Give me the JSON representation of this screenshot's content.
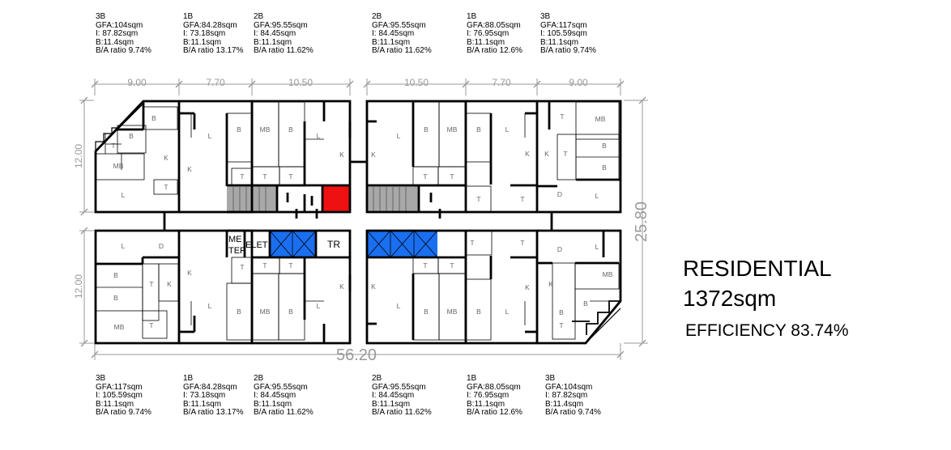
{
  "units_top": [
    {
      "type": "3B",
      "gfa": "GFA:104sqm",
      "i": "I: 87.82sqm",
      "b": "B:11.4sqm",
      "ratio": "B/A ratio 9.74%"
    },
    {
      "type": "1B",
      "gfa": "GFA:84.28sqm",
      "i": "I: 73.18sqm",
      "b": "B:11.1sqm",
      "ratio": "B/A ratio 13.17%"
    },
    {
      "type": "2B",
      "gfa": "GFA:95.55sqm",
      "i": "I: 84.45sqm",
      "b": "B:11.1sqm",
      "ratio": "B/A ratio 11.62%"
    },
    {
      "type": "2B",
      "gfa": "GFA:95.55sqm",
      "i": "I: 84.45sqm",
      "b": "B:11.1sqm",
      "ratio": "B/A ratio 11.62%"
    },
    {
      "type": "1B",
      "gfa": "GFA:88.05sqm",
      "i": "I: 76.95sqm",
      "b": "B:11.1sqm",
      "ratio": "B/A ratio 12.6%"
    },
    {
      "type": "3B",
      "gfa": "GFA:117sqm",
      "i": "I: 105.59sqm",
      "b": "B:11.1sqm",
      "ratio": "B/A ratio 9.74%"
    }
  ],
  "units_bottom": [
    {
      "type": "3B",
      "gfa": "GFA:117sqm",
      "i": "I: 105.59sqm",
      "b": "B:11.1sqm",
      "ratio": "B/A ratio 9.74%"
    },
    {
      "type": "1B",
      "gfa": "GFA:84.28sqm",
      "i": "I: 73.18sqm",
      "b": "B:11.1sqm",
      "ratio": "B/A ratio 13.17%"
    },
    {
      "type": "2B",
      "gfa": "GFA:95.55sqm",
      "i": "I: 84.45sqm",
      "b": "B:11.1sqm",
      "ratio": "B/A ratio 11.62%"
    },
    {
      "type": "2B",
      "gfa": "GFA:95.55sqm",
      "i": "I: 84.45sqm",
      "b": "B:11.1sqm",
      "ratio": "B/A ratio 11.62%"
    },
    {
      "type": "1B",
      "gfa": "GFA:88.05sqm",
      "i": "I: 76.95sqm",
      "b": "B:11.1sqm",
      "ratio": "B/A ratio 12.6%"
    },
    {
      "type": "3B",
      "gfa": "GFA:104sqm",
      "i": "I: 87.82sqm",
      "b": "B:11.4sqm",
      "ratio": "B/A ratio 9.74%"
    }
  ],
  "dimensions": {
    "top_left": [
      "9.00",
      "7.70",
      "10.50"
    ],
    "top_right": [
      "10.50",
      "7.70",
      "9.00"
    ],
    "height_top": "12.00",
    "height_bottom": "12.00",
    "total_height": "25.80",
    "total_width": "56.20"
  },
  "core_labels": {
    "meter": "ME\nTER",
    "elet": "ELET",
    "tr": "TR"
  },
  "summary": {
    "title": "RESIDENTIAL",
    "area": "1372sqm",
    "efficiency": "EFFICIENCY 83.74%"
  },
  "colors": {
    "fire_stair": "#ee1111",
    "lift": "#1a6ef0",
    "stair_fill": "#a8a8a8",
    "wall": "#000000",
    "dim": "#9a9a9a"
  }
}
